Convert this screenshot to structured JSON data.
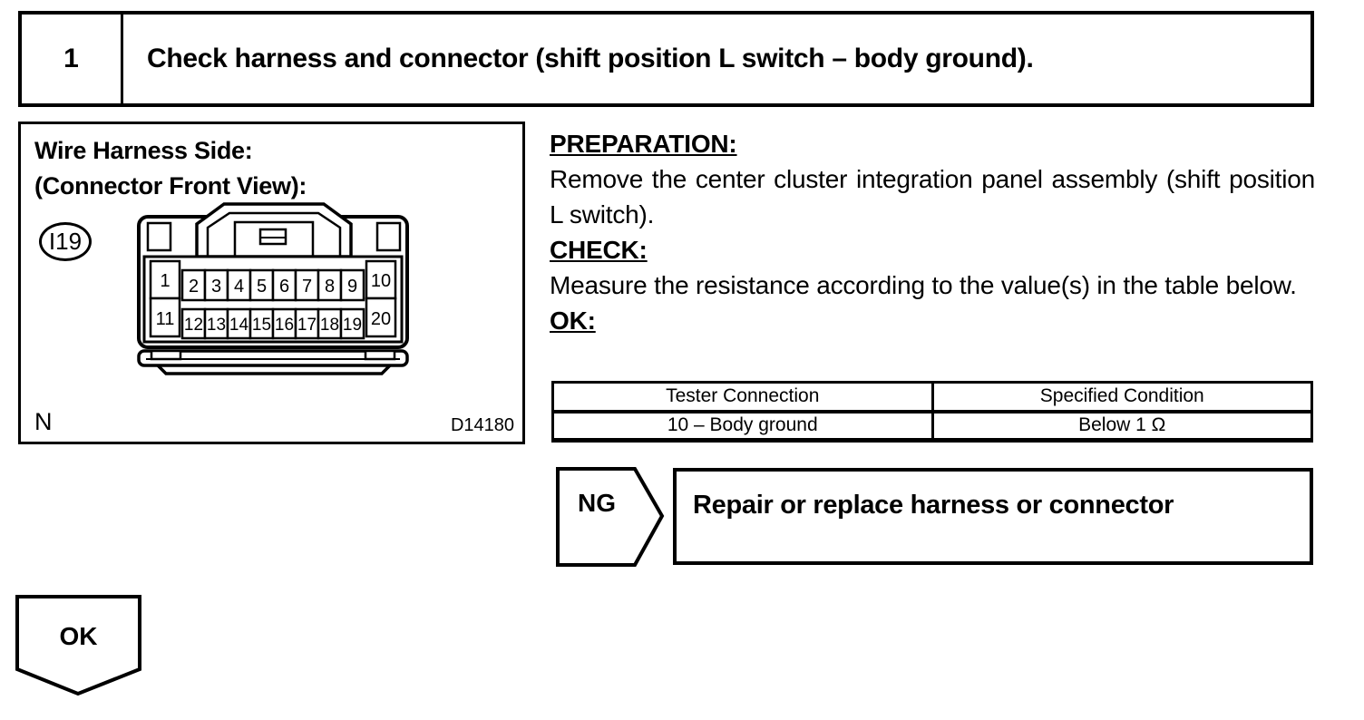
{
  "step": {
    "number": "1",
    "title": "Check harness and connector (shift position L switch – body ground)."
  },
  "diagram": {
    "title_line1": "Wire Harness Side:",
    "title_line2": "(Connector Front View):",
    "connector_id": "I19",
    "pins": {
      "row1": [
        "1",
        "2",
        "3",
        "4",
        "5",
        "6",
        "7",
        "8",
        "9",
        "10"
      ],
      "row2": [
        "11",
        "12",
        "13",
        "14",
        "15",
        "16",
        "17",
        "18",
        "19",
        "20"
      ]
    },
    "footnote": "N",
    "figure_code": "D14180"
  },
  "instructions": {
    "preparation_heading": "PREPARATION:",
    "preparation_text": "Remove the center cluster integration panel assembly (shift position L switch).",
    "check_heading": "CHECK:",
    "check_text": "Measure the resistance according to the value(s) in the table below.",
    "ok_heading": "OK:"
  },
  "spec_table": {
    "headers": [
      "Tester Connection",
      "Specified Condition"
    ],
    "rows": [
      [
        "10 – Body ground",
        "Below 1 Ω"
      ]
    ]
  },
  "flow": {
    "ng_label": "NG",
    "ng_action": "Repair or replace harness or connector",
    "ok_label": "OK"
  },
  "colors": {
    "ink": "#000000",
    "paper": "#ffffff"
  }
}
